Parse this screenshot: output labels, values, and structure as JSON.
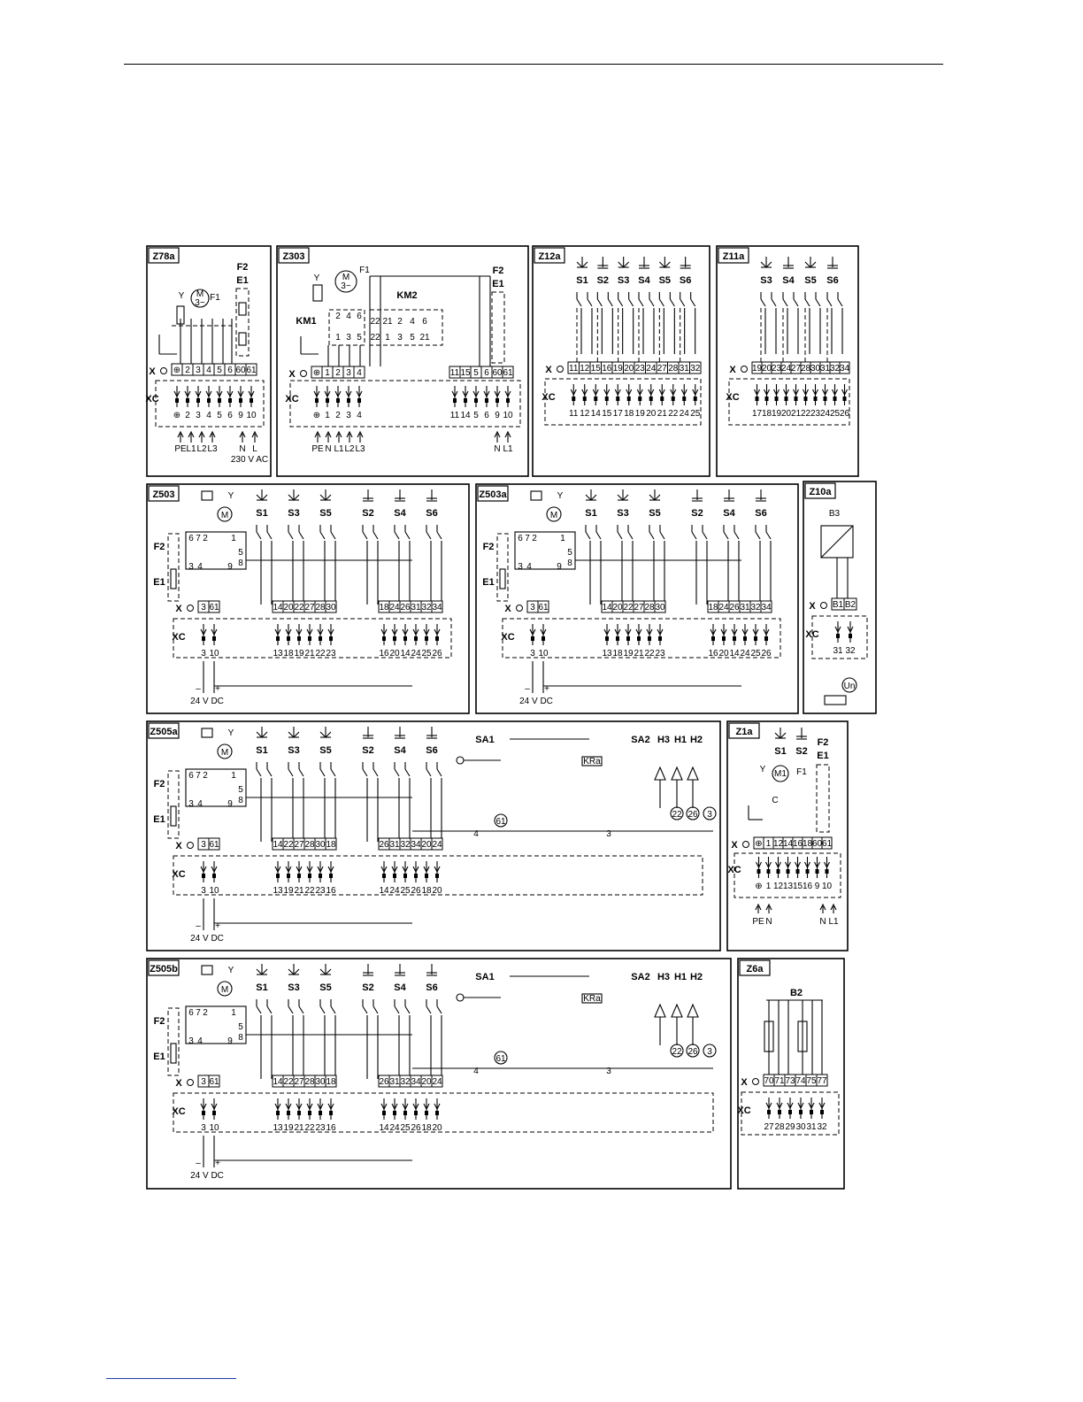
{
  "panels": [
    {
      "title": "Z78a",
      "top_labels": [
        "F2",
        "E1",
        "Y",
        "M",
        "3~",
        "F1"
      ],
      "x_row": [
        "⊕",
        "2",
        "3",
        "4",
        "5",
        "6",
        "60",
        "61"
      ],
      "xc_row": [
        "⊕",
        "2",
        "3",
        "4",
        "5",
        "6",
        "9",
        "10"
      ],
      "supply": [
        "PE",
        "L1",
        "L2",
        "L3",
        "N",
        "L"
      ],
      "supply_note": "230 V AC"
    },
    {
      "title": "Z303",
      "top_labels": [
        "Y",
        "M",
        "3~",
        "F1",
        "KM2",
        "KM1",
        "F2",
        "E1"
      ],
      "contacts_km1": [
        "2",
        "4",
        "6",
        "1",
        "3",
        "5"
      ],
      "contacts_km2": [
        "22",
        "21",
        "2",
        "4",
        "6",
        "22",
        "1",
        "3",
        "5",
        "21"
      ],
      "x_row_left": [
        "⊕",
        "1",
        "2",
        "3",
        "4"
      ],
      "x_row_right": [
        "11",
        "15",
        "5",
        "6",
        "60",
        "61"
      ],
      "xc_row_left": [
        "⊕",
        "1",
        "2",
        "3",
        "4"
      ],
      "xc_row_right": [
        "11",
        "14",
        "5",
        "6",
        "9",
        "10"
      ],
      "supply_left": [
        "PE",
        "N",
        "L1",
        "L2",
        "L3"
      ],
      "supply_right": [
        "N",
        "L1"
      ]
    },
    {
      "title": "Z12a",
      "switches": [
        "S1",
        "S2",
        "S3",
        "S4",
        "S5",
        "S6"
      ],
      "x_row": [
        "11",
        "12",
        "15",
        "16",
        "19",
        "20",
        "23",
        "24",
        "27",
        "28",
        "31",
        "32"
      ],
      "xc_row": [
        "11",
        "12",
        "14",
        "15",
        "17",
        "18",
        "19",
        "20",
        "21",
        "22",
        "24",
        "25"
      ]
    },
    {
      "title": "Z11a",
      "switches": [
        "S3",
        "S4",
        "S5",
        "S6"
      ],
      "x_row": [
        "19",
        "20",
        "23",
        "24",
        "27",
        "28",
        "30",
        "31",
        "32",
        "34"
      ],
      "xc_row": [
        "17",
        "18",
        "19",
        "20",
        "21",
        "22",
        "23",
        "24",
        "25",
        "26"
      ]
    },
    {
      "title": "Z503",
      "switches": [
        "S1",
        "S3",
        "S5",
        "S2",
        "S4",
        "S6"
      ],
      "labels": [
        "F2",
        "E1",
        "Y",
        "M"
      ],
      "x_row": [
        "3",
        "61",
        "14",
        "20",
        "22",
        "27",
        "28",
        "30",
        "18",
        "24",
        "26",
        "31",
        "32",
        "34"
      ],
      "xc_row": [
        "3",
        "10",
        "13",
        "18",
        "19",
        "21",
        "22",
        "23",
        "16",
        "20",
        "14",
        "24",
        "25",
        "26"
      ],
      "supply_note": "24 V DC"
    },
    {
      "title": "Z503a",
      "switches": [
        "S1",
        "S3",
        "S5",
        "S2",
        "S4",
        "S6"
      ],
      "labels": [
        "F2",
        "E1",
        "Y",
        "M"
      ],
      "x_row": [
        "3",
        "61",
        "14",
        "20",
        "22",
        "27",
        "28",
        "30",
        "18",
        "24",
        "26",
        "31",
        "32",
        "34"
      ],
      "xc_row": [
        "3",
        "10",
        "13",
        "18",
        "19",
        "21",
        "22",
        "23",
        "16",
        "20",
        "14",
        "24",
        "25",
        "26"
      ],
      "supply_note": "24 V DC"
    },
    {
      "title": "Z10a",
      "labels": [
        "B3",
        "Un"
      ],
      "x_row": [
        "B1",
        "B2"
      ],
      "xc_row": [
        "31",
        "32"
      ]
    },
    {
      "title": "Z505a",
      "switches": [
        "S1",
        "S3",
        "S5",
        "S2",
        "S4",
        "S6"
      ],
      "extra": [
        "SA1",
        "SA2",
        "H3",
        "H1",
        "H2",
        "KRa"
      ],
      "markers": [
        "61",
        "22",
        "26",
        "3"
      ],
      "wires": [
        "4",
        "3"
      ],
      "x_row": [
        "3",
        "61",
        "14",
        "22",
        "27",
        "28",
        "30",
        "18",
        "26",
        "31",
        "32",
        "34",
        "20",
        "24"
      ],
      "xc_row": [
        "3",
        "10",
        "13",
        "19",
        "21",
        "22",
        "23",
        "16",
        "14",
        "24",
        "25",
        "26",
        "18",
        "20"
      ],
      "supply_note": "24 V DC"
    },
    {
      "title": "Z1a",
      "switches": [
        "S1",
        "S2"
      ],
      "labels": [
        "F2",
        "E1",
        "Y",
        "M1",
        "F1",
        "C"
      ],
      "x_row": [
        "⊕",
        "1",
        "12",
        "14",
        "16",
        "18",
        "60",
        "61"
      ],
      "xc_row": [
        "⊕",
        "1",
        "12",
        "13",
        "15",
        "16",
        "9",
        "10"
      ],
      "supply_left": [
        "PE",
        "N"
      ],
      "supply_right": [
        "N",
        "L1"
      ]
    },
    {
      "title": "Z505b",
      "switches": [
        "S1",
        "S3",
        "S5",
        "S2",
        "S4",
        "S6"
      ],
      "extra": [
        "SA1",
        "SA2",
        "H3",
        "H1",
        "H2",
        "KRa"
      ],
      "markers": [
        "61",
        "22",
        "26",
        "3"
      ],
      "wires": [
        "4",
        "3"
      ],
      "x_row": [
        "3",
        "61",
        "14",
        "22",
        "27",
        "28",
        "30",
        "18",
        "26",
        "31",
        "32",
        "34",
        "20",
        "24"
      ],
      "xc_row": [
        "3",
        "10",
        "13",
        "19",
        "21",
        "22",
        "23",
        "16",
        "14",
        "24",
        "25",
        "26",
        "18",
        "20"
      ],
      "supply_note": "24 V DC"
    },
    {
      "title": "Z6a",
      "labels": [
        "B2"
      ],
      "x_row": [
        "70",
        "71",
        "73",
        "74",
        "75",
        "77"
      ],
      "xc_row": [
        "27",
        "28",
        "29",
        "30",
        "31",
        "32"
      ]
    }
  ],
  "common": {
    "x_label": "X",
    "xc_label": "XC",
    "minus": "–",
    "plus": "+"
  }
}
